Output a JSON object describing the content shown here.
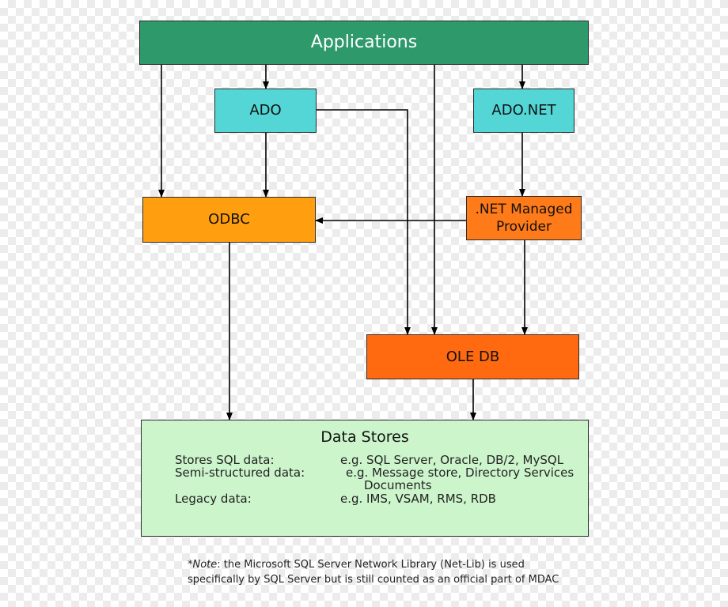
{
  "boxes": {
    "applications": {
      "label": "Applications",
      "color": "#2e9a6b"
    },
    "ado": {
      "label": "ADO",
      "color": "#55d6d6"
    },
    "adonet": {
      "label": "ADO.NET",
      "color": "#55d6d6"
    },
    "odbc": {
      "label": "ODBC",
      "color": "#ff9f0f"
    },
    "net_provider": {
      "line1": ".NET Managed",
      "line2": "Provider",
      "color": "#ff7a18"
    },
    "oledb": {
      "label": "OLE DB",
      "color": "#ff6a10"
    },
    "data_stores": {
      "title": "Data Stores",
      "color": "#ccf5cc",
      "rows": [
        {
          "category": "Stores SQL data:",
          "examples": "e.g. SQL Server, Oracle, DB/2, MySQL"
        },
        {
          "category": "Semi-structured data:",
          "examples": "e.g. Message store, Directory Services",
          "examples_cont": "Documents"
        },
        {
          "category": "Legacy data:",
          "examples": "e.g. IMS, VSAM, RMS, RDB"
        }
      ]
    }
  },
  "note": {
    "label": "*Note",
    "line1": ": the Microsoft SQL Server Network Library (Net-Lib) is used",
    "line2": "specifically by SQL Server but is still counted as an official part of MDAC"
  },
  "connectors": [
    {
      "from": "applications",
      "to": "ado"
    },
    {
      "from": "applications",
      "to": "adonet"
    },
    {
      "from": "applications",
      "to": "odbc"
    },
    {
      "from": "applications",
      "to": "oledb"
    },
    {
      "from": "ado",
      "to": "odbc"
    },
    {
      "from": "ado",
      "to": "oledb"
    },
    {
      "from": "adonet",
      "to": "net_provider"
    },
    {
      "from": "net_provider",
      "to": "odbc"
    },
    {
      "from": "net_provider",
      "to": "oledb"
    },
    {
      "from": "odbc",
      "to": "data_stores"
    },
    {
      "from": "oledb",
      "to": "data_stores"
    }
  ]
}
